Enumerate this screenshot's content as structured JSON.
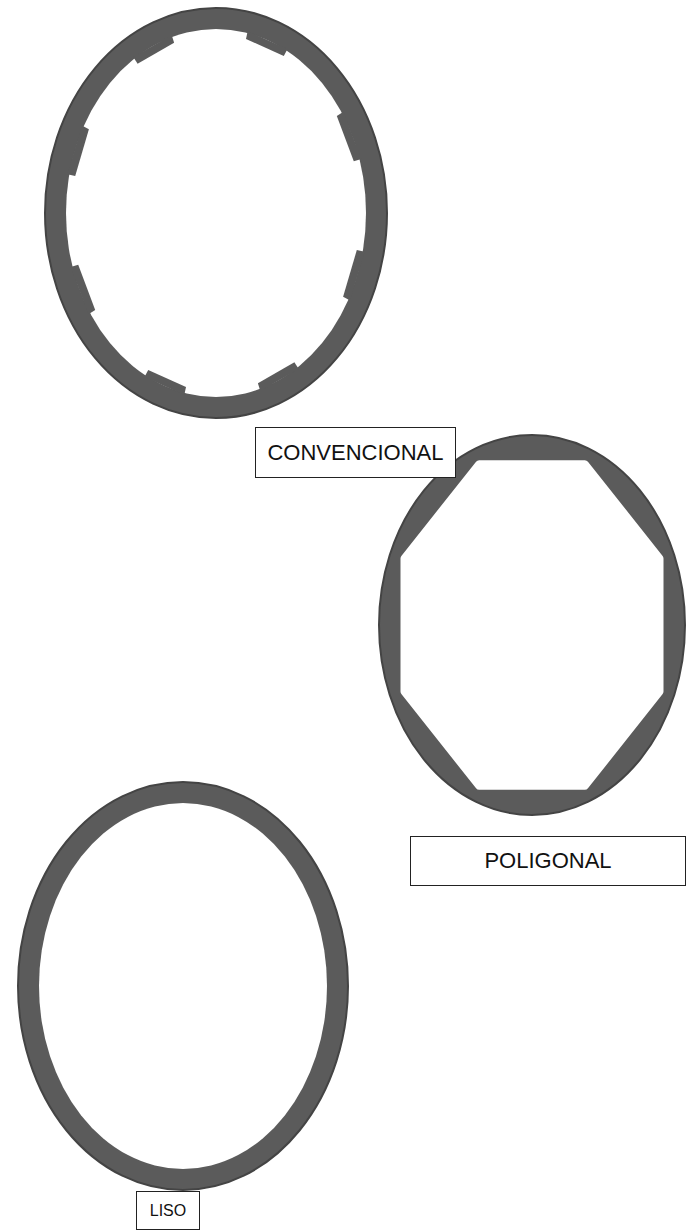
{
  "diagram": {
    "nodes": [
      {
        "text": [
          "CONVENCIONAL"
        ]
      },
      {
        "text": [
          "POLIGONAL"
        ]
      },
      {
        "text": [
          "LISO"
        ]
      }
    ]
  }
}
